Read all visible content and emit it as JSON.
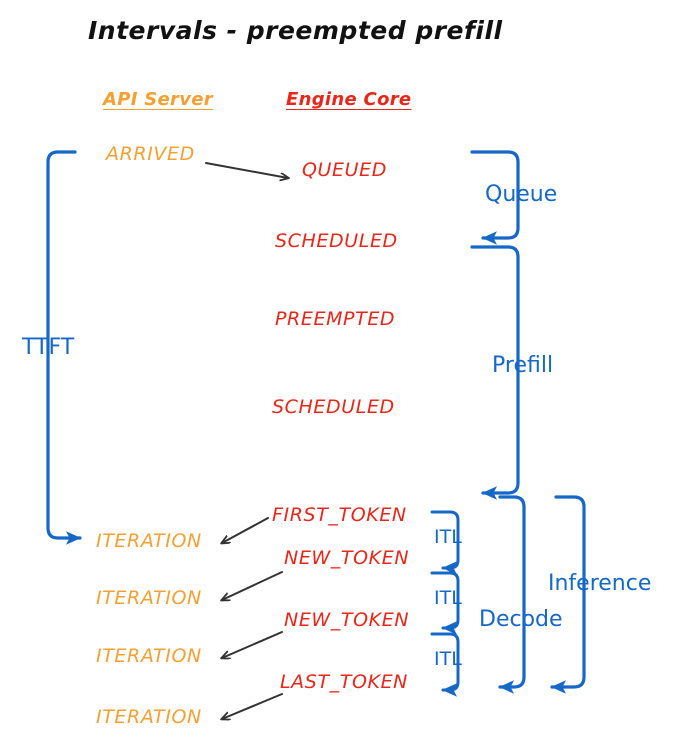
{
  "title": "Intervals - preempted prefill",
  "colors": {
    "orange": "#F5A033",
    "red": "#E8261A",
    "blue": "#1668C8",
    "arrow_black": "#333333",
    "background": "#FFFFFF"
  },
  "columns": {
    "api_server": "API Server",
    "engine_core": "Engine Core"
  },
  "api_states": [
    {
      "label": "ARRIVED"
    },
    {
      "label": "ITERATION"
    },
    {
      "label": "ITERATION"
    },
    {
      "label": "ITERATION"
    },
    {
      "label": "ITERATION"
    }
  ],
  "engine_states": [
    {
      "label": "QUEUED"
    },
    {
      "label": "SCHEDULED"
    },
    {
      "label": "PREEMPTED"
    },
    {
      "label": "SCHEDULED"
    },
    {
      "label": "FIRST_TOKEN"
    },
    {
      "label": "NEW_TOKEN"
    },
    {
      "label": "NEW_TOKEN"
    },
    {
      "label": "LAST_TOKEN"
    }
  ],
  "intervals": {
    "ttft": "TTFT",
    "queue": "Queue",
    "prefill": "Prefill",
    "decode": "Decode",
    "inference": "Inference",
    "itl": [
      "ITL",
      "ITL",
      "ITL"
    ]
  }
}
